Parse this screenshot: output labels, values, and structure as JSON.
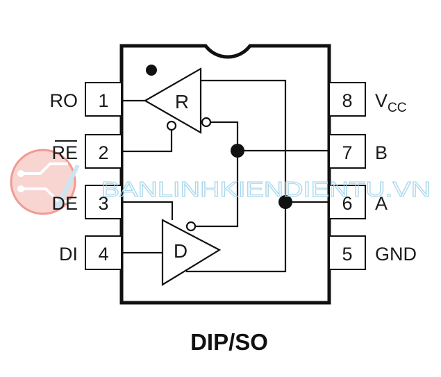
{
  "package_label": "DIP/SO",
  "pins": [
    {
      "number": "1",
      "name": "RO"
    },
    {
      "number": "2",
      "name": "RE"
    },
    {
      "number": "3",
      "name": "DE"
    },
    {
      "number": "4",
      "name": "DI"
    },
    {
      "number": "5",
      "name": "GND"
    },
    {
      "number": "6",
      "name": "A"
    },
    {
      "number": "7",
      "name": "B"
    },
    {
      "number": "8",
      "name": "V",
      "name_subscript": "CC"
    }
  ],
  "gates": {
    "receiver_label": "R",
    "driver_label": "D"
  },
  "watermark": {
    "text": "BANLINHKIENDIENTU.VN",
    "colors": {
      "primary": "#e8473a",
      "secondary": "#9dd3ea"
    }
  }
}
